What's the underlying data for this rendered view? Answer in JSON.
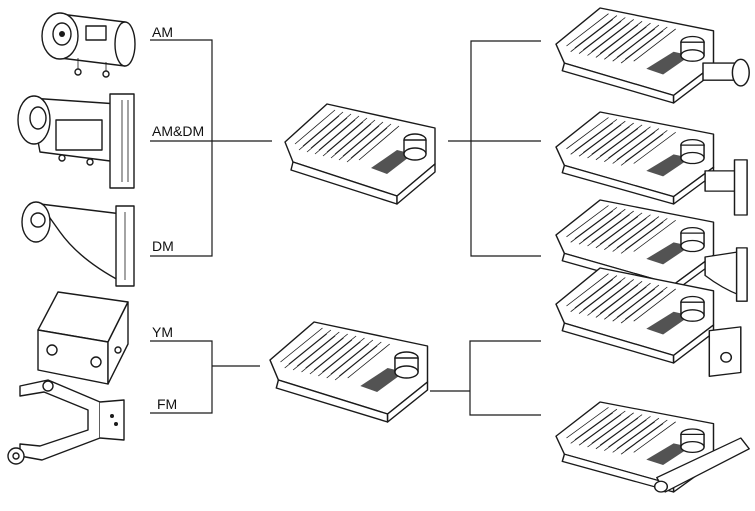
{
  "labels": {
    "am": "AM",
    "am_dm": "AM&DM",
    "dm": "DM",
    "ym": "YM",
    "fm": "FM"
  },
  "colors": {
    "line": "#1a1a1a",
    "background": "#ffffff"
  }
}
